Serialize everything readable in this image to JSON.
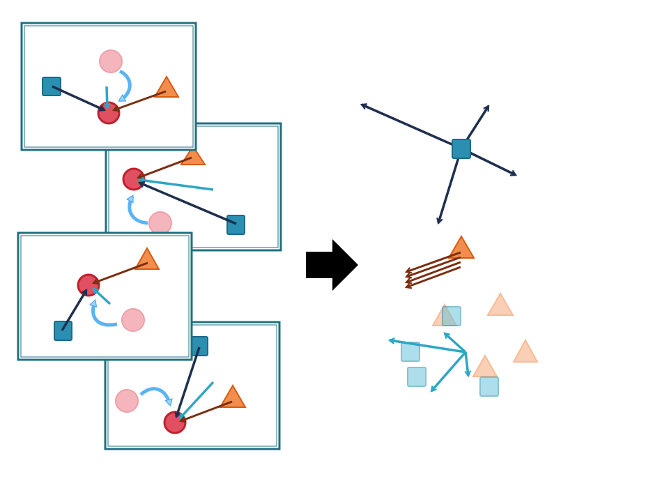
{
  "colors": {
    "frame": "#1f7080",
    "square": "#2a8fb0",
    "square_dark": "#1a6a88",
    "circle_light": "#f4b6bc",
    "circle_red": "#e05060",
    "circle_red_dark": "#c0202e",
    "triangle": "#f07a2e",
    "triangle_dark": "#d85a10",
    "arrow_navy": "#1f2f4f",
    "arrow_brown": "#7a2e10",
    "arrow_teal": "#2ea6c4",
    "arrow_blue": "#5ab4f4",
    "big_arrow": "#000000"
  },
  "diagram": {
    "frames": [
      "frame-1",
      "frame-2",
      "frame-3",
      "frame-4"
    ],
    "summary_groups": [
      "square-displacements",
      "triangle-displacements",
      "teal-displacements"
    ]
  }
}
